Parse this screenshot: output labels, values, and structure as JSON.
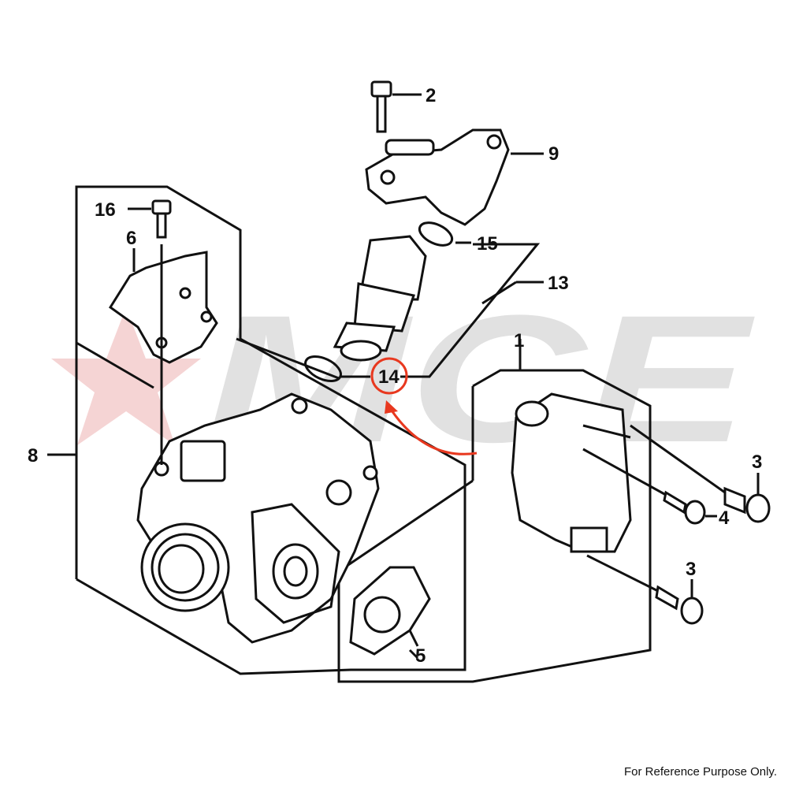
{
  "callouts": {
    "c1": "1",
    "c2": "2",
    "c3a": "3",
    "c3b": "3",
    "c4": "4",
    "c5": "5",
    "c6": "6",
    "c8": "8",
    "c9": "9",
    "c13": "13",
    "c14": "14",
    "c15": "15",
    "c16": "16"
  },
  "highlighted_part": "14",
  "watermark_text": "MCE",
  "footer": "For Reference Purpose Only.",
  "colors": {
    "line": "#111111",
    "highlight": "#e8381f",
    "watermark": "#dcdcdc",
    "watermark_star": "#f3c9c9"
  }
}
